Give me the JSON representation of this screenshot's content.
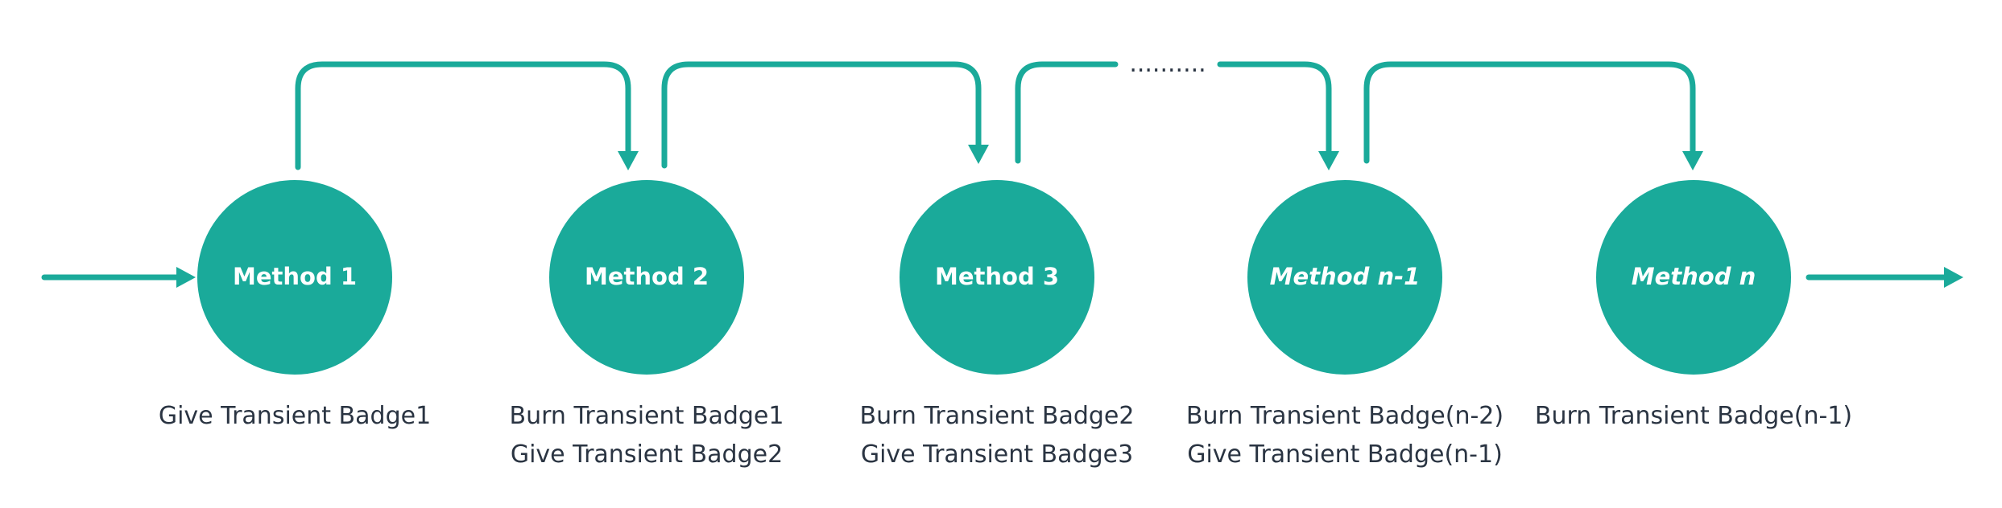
{
  "ellipsis": "..........",
  "colors": {
    "accent": "#1aaa9a",
    "text": "#2a3442",
    "node_text": "#ffffff"
  },
  "nodes": [
    {
      "label": "Method 1",
      "italic": false,
      "captions": [
        "Give Transient Badge1"
      ]
    },
    {
      "label": "Method 2",
      "italic": false,
      "captions": [
        "Burn Transient Badge1",
        "Give Transient Badge2"
      ]
    },
    {
      "label": "Method 3",
      "italic": false,
      "captions": [
        "Burn Transient Badge2",
        "Give Transient Badge3"
      ]
    },
    {
      "label": "Method n-1",
      "italic": true,
      "captions": [
        "Burn Transient Badge(n-2)",
        "Give Transient Badge(n-1)"
      ]
    },
    {
      "label": "Method n",
      "italic": true,
      "captions": [
        "Burn Transient Badge(n-1)"
      ]
    }
  ]
}
